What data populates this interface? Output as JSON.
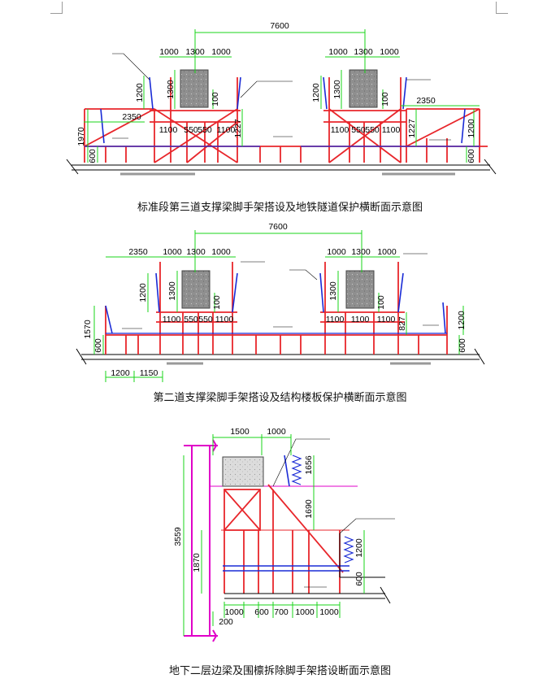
{
  "figure1": {
    "caption": "标准段第三道支撑梁脚手架搭设及地铁隧道保护横断面示意图",
    "dims": {
      "top": "7600",
      "bay_left": [
        "1000",
        "1300",
        "1000"
      ],
      "bay_right": [
        "1000",
        "1300",
        "1000"
      ],
      "h_1200_l": "1200",
      "h_1300_l": "1300",
      "h_100_l": "100",
      "h_1300_r": "1300",
      "h_100_r": "100",
      "h_1200_r": "1200",
      "w_2350_l": "2350",
      "w_2350_r": "2350",
      "h_1970": "1970",
      "h_600_l": "600",
      "h_600_r": "600",
      "h_1200_far": "1200",
      "bottom_l": [
        "1100",
        "550",
        "550",
        "1100"
      ],
      "bottom_r": [
        "1100",
        "550",
        "550",
        "1100"
      ],
      "h_1227_l": "1227",
      "h_1227_r": "1227"
    }
  },
  "figure2": {
    "caption": "第二道支撑梁脚手架搭设及结构楼板保护横断面示意图",
    "dims": {
      "top": "7600",
      "w_2350": "2350",
      "bay_left": [
        "1000",
        "1300",
        "1000"
      ],
      "bay_right": [
        "1000",
        "1300",
        "1000"
      ],
      "h_1200_l": "1200",
      "h_1300_l": "1300",
      "h_100_l": "100",
      "h_1300_r": "1300",
      "h_100_r": "100",
      "h_1570": "1570",
      "h_600_l": "600",
      "h_1200_r": "1200",
      "h_600_r": "600",
      "bottom_l": [
        "1100",
        "550",
        "550",
        "1100"
      ],
      "bottom_r": [
        "1100",
        "1100",
        "1100"
      ],
      "h_827": "827",
      "base": [
        "1200",
        "1150"
      ]
    }
  },
  "figure3": {
    "caption": "地下二层边梁及围檩拆除脚手架搭设断面示意图",
    "dims": {
      "top": [
        "1500",
        "1000"
      ],
      "h_1656": "1656",
      "h_1690": "1690",
      "h_1200": "1200",
      "h_600": "600",
      "h_3559": "3559",
      "h_1870": "1870",
      "bottom": [
        "1000",
        "600",
        "700",
        "1000",
        "1000"
      ],
      "h_200": "200"
    }
  },
  "colors": {
    "scaffold": "#e8262b",
    "dimension": "#19d41a",
    "beam": "#1a2bd6",
    "fill": "#8f8f8f",
    "wall": "#e000c8",
    "caption": "#111111"
  }
}
